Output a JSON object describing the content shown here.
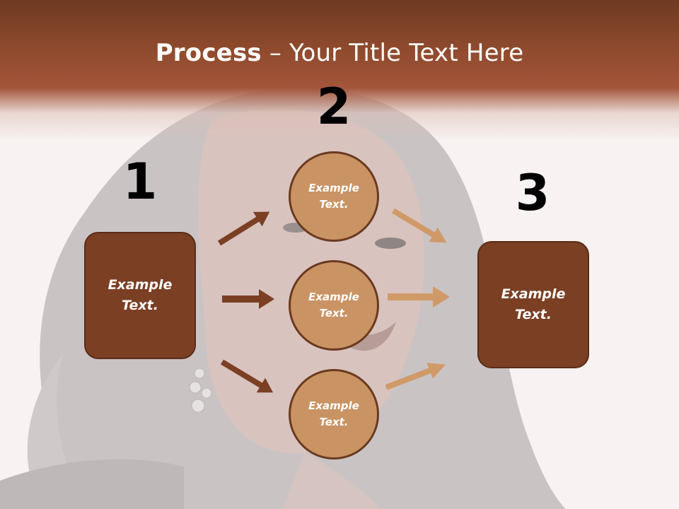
{
  "title": {
    "bold": "Process",
    "rest": " – Your Title Text Here"
  },
  "steps": {
    "one": {
      "number": "1",
      "text_line1": "Example",
      "text_line2": "Text."
    },
    "two": {
      "number": "2"
    },
    "three": {
      "number": "3",
      "text_line1": "Example",
      "text_line2": "Text."
    }
  },
  "circles": [
    {
      "line1": "Example",
      "line2": "Text."
    },
    {
      "line1": "Example",
      "line2": "Text."
    },
    {
      "line1": "Example",
      "line2": "Text."
    }
  ],
  "colors": {
    "header": "#8f4a2d",
    "box_fill": "#7b3f24",
    "circle_fill": "#c99363",
    "arrow_dark": "#7b3f24",
    "arrow_light": "#d09a68"
  }
}
